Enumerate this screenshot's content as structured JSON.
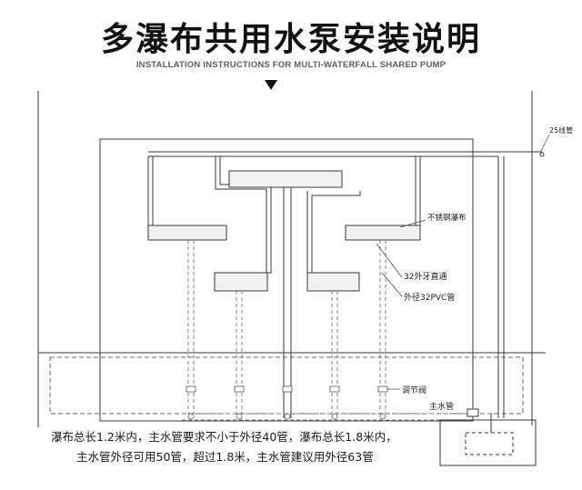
{
  "header": {
    "title": "多瀑布共用水泵安装说明",
    "subtitle": "INSTALLATION INSTRUCTIONS FOR MULTI-WATERFALL SHARED PUMP"
  },
  "labels": {
    "pipe_25": "25线管",
    "stainless_waterfall": "不锈钢瀑布",
    "fitting_32": "32外牙直通",
    "pvc_32": "外径32PVC管",
    "valve": "调节阀",
    "main_pipe": "主水管"
  },
  "caption": {
    "line1": "瀑布总长1.2米内，主水管要求不小于外径40管，瀑布总长1.8米内，",
    "line2": "主水管外径可用50管，超过1.8米，主水管建议用外径63管"
  },
  "colors": {
    "line": "#3a3a3a",
    "light_line": "#8a8a8a",
    "tray_fill": "#f2f2f2"
  }
}
